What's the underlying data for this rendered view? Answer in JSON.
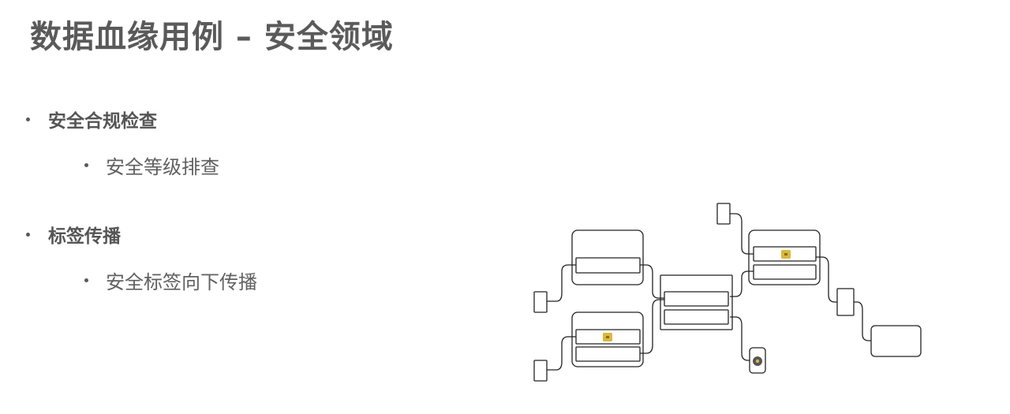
{
  "slide": {
    "title": "数据血缘用例 – 安全领域",
    "bullets": [
      {
        "label": "安全合规检查",
        "children": [
          {
            "label": "安全等级排查"
          }
        ]
      },
      {
        "label": "标签传播",
        "children": [
          {
            "label": "安全标签向下传播"
          }
        ]
      }
    ]
  },
  "diagram": {
    "icons": {
      "lock": "lock-icon",
      "tag": "tag-icon"
    },
    "colors": {
      "stroke": "#222222",
      "lock_fill": "#d9b93c",
      "tag_fill": "#555555"
    }
  }
}
